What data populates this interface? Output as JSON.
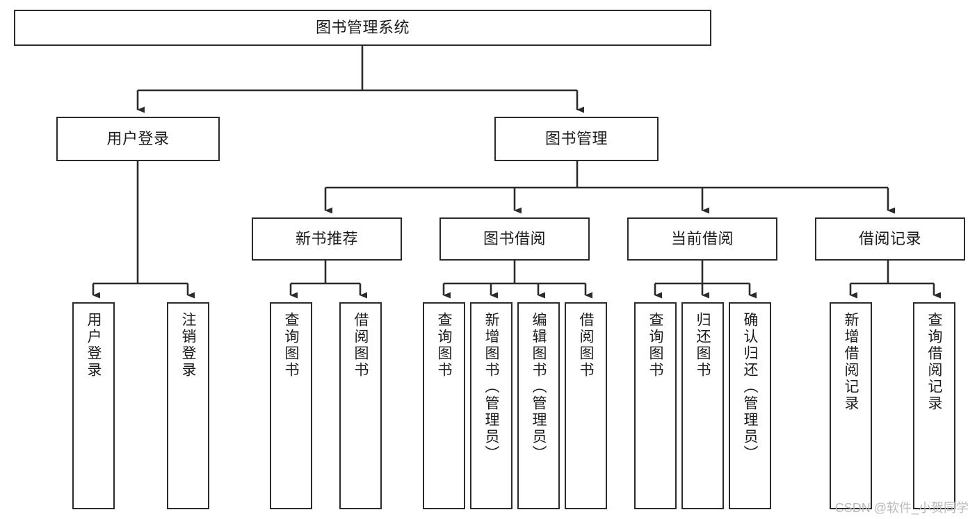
{
  "diagram": {
    "title": "图书管理系统",
    "type": "tree-hierarchy-chart",
    "root": {
      "label": "图书管理系统"
    },
    "level2": [
      {
        "label": "用户登录"
      },
      {
        "label": "图书管理"
      }
    ],
    "level3": [
      {
        "label": "新书推荐"
      },
      {
        "label": "图书借阅"
      },
      {
        "label": "当前借阅"
      },
      {
        "label": "借阅记录"
      }
    ],
    "leaves": [
      {
        "label": "用户登录"
      },
      {
        "label": "注销登录"
      },
      {
        "label": "查询图书"
      },
      {
        "label": "借阅图书"
      },
      {
        "label": "查询图书"
      },
      {
        "label": "新增图书（管理员）"
      },
      {
        "label": "编辑图书（管理员）"
      },
      {
        "label": "借阅图书"
      },
      {
        "label": "查询图书"
      },
      {
        "label": "归还图书"
      },
      {
        "label": "确认归还（管理员）"
      },
      {
        "label": "新增借阅记录"
      },
      {
        "label": "查询借阅记录"
      }
    ],
    "watermark": "CSDN @软件_小贺同学",
    "colors": {
      "stroke": "#2b2b2b",
      "text": "#1c1c1c",
      "background": "#ffffff",
      "watermark": "#b9b9b9"
    }
  }
}
